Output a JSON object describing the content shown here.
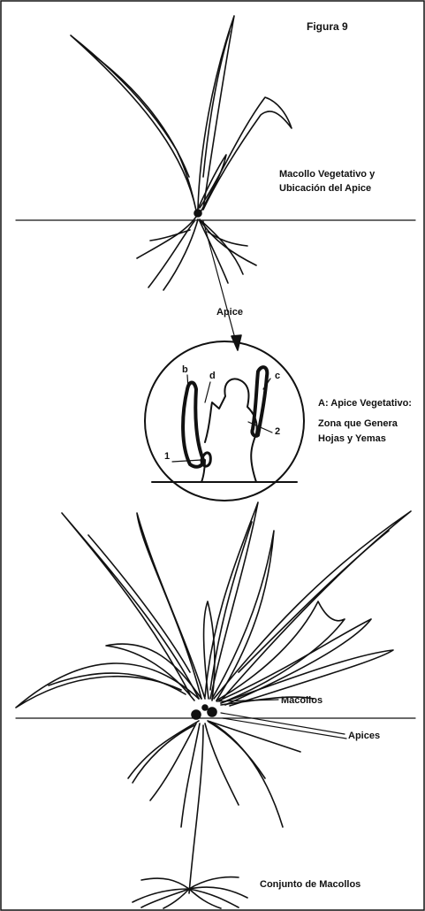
{
  "figure_title": "Figura 9",
  "labels": {
    "macollo_line1": "Macollo Vegetativo y",
    "macollo_line2": "Ubicación del Apice",
    "apice": "Apice",
    "apice_veg_line1": "A: Apice Vegetativo:",
    "apice_veg_line2": "Zona que Genera",
    "apice_veg_line3": "Hojas y Yemas",
    "macollos": "Macollos",
    "apices": "Apices",
    "conjunto": "Conjunto de Macollos"
  },
  "detail_marks": {
    "b": "b",
    "d": "d",
    "c": "c",
    "one": "1",
    "two": "2"
  }
}
